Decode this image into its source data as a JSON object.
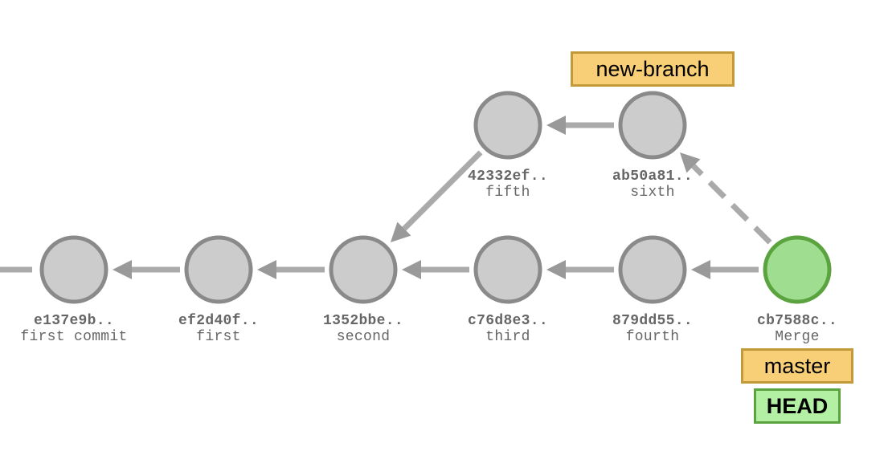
{
  "commits": [
    {
      "id": "e137",
      "hash": "e137e9b..",
      "message": "first commit",
      "head": false
    },
    {
      "id": "ef2d",
      "hash": "ef2d40f..",
      "message": "first",
      "head": false
    },
    {
      "id": "1352",
      "hash": "1352bbe..",
      "message": "second",
      "head": false
    },
    {
      "id": "c76d",
      "hash": "c76d8e3..",
      "message": "third",
      "head": false
    },
    {
      "id": "879d",
      "hash": "879dd55..",
      "message": "fourth",
      "head": false
    },
    {
      "id": "cb75",
      "hash": "cb7588c..",
      "message": "Merge",
      "head": true
    },
    {
      "id": "4233",
      "hash": "42332ef..",
      "message": "fifth",
      "head": false
    },
    {
      "id": "ab50",
      "hash": "ab50a81..",
      "message": "sixth",
      "head": false
    }
  ],
  "edges": [
    {
      "from": "ef2d",
      "to": "e137",
      "dashed": false
    },
    {
      "from": "1352",
      "to": "ef2d",
      "dashed": false
    },
    {
      "from": "c76d",
      "to": "1352",
      "dashed": false
    },
    {
      "from": "879d",
      "to": "c76d",
      "dashed": false
    },
    {
      "from": "cb75",
      "to": "879d",
      "dashed": false
    },
    {
      "from": "4233",
      "to": "1352",
      "dashed": false
    },
    {
      "from": "ab50",
      "to": "4233",
      "dashed": false
    },
    {
      "from": "cb75",
      "to": "ab50",
      "dashed": true
    }
  ],
  "refs": {
    "new_branch": "new-branch",
    "master": "master",
    "head": "HEAD"
  },
  "colors": {
    "node_fill": "#cccccc",
    "node_stroke": "#8a8a8a",
    "head_fill": "#9fdd90",
    "head_stroke": "#5aa33f",
    "edge": "#aaaaaa",
    "branch_label_fill": "#f8cf77",
    "head_label_fill": "#b3f0a3"
  }
}
